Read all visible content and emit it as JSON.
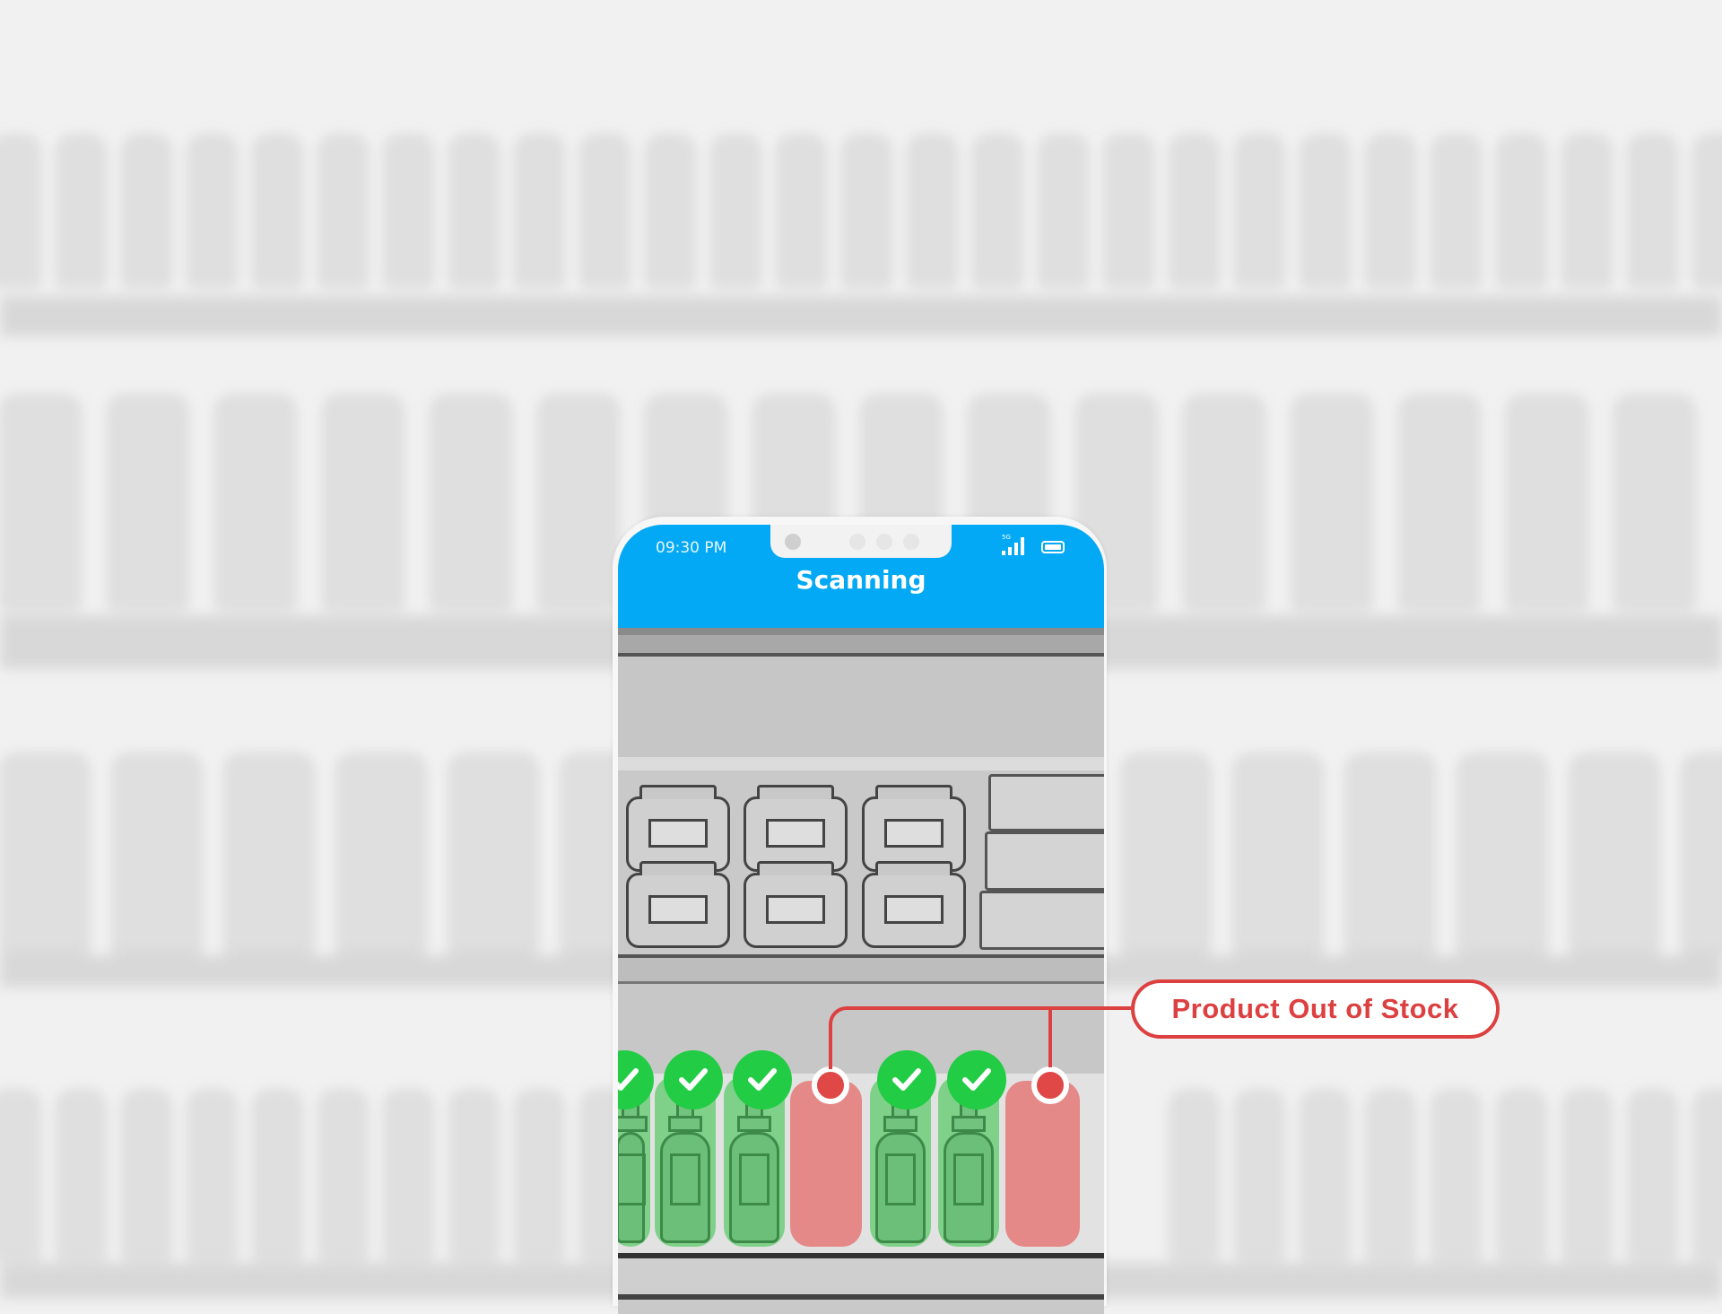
{
  "status_bar": {
    "time": "09:30 PM",
    "network": "5G",
    "signal_icon": "signal-bars-icon",
    "battery_icon": "battery-full-icon"
  },
  "header": {
    "title": "Scanning",
    "color": "#03a9f4"
  },
  "scan_results": {
    "bottles": [
      {
        "status": "in-stock"
      },
      {
        "status": "in-stock"
      },
      {
        "status": "in-stock"
      },
      {
        "status": "out-of-stock"
      },
      {
        "status": "in-stock"
      },
      {
        "status": "in-stock"
      },
      {
        "status": "out-of-stock"
      }
    ],
    "colors": {
      "in_stock": "#22cc44",
      "out_of_stock": "#e04848"
    }
  },
  "callout": {
    "label": "Product Out of Stock"
  }
}
